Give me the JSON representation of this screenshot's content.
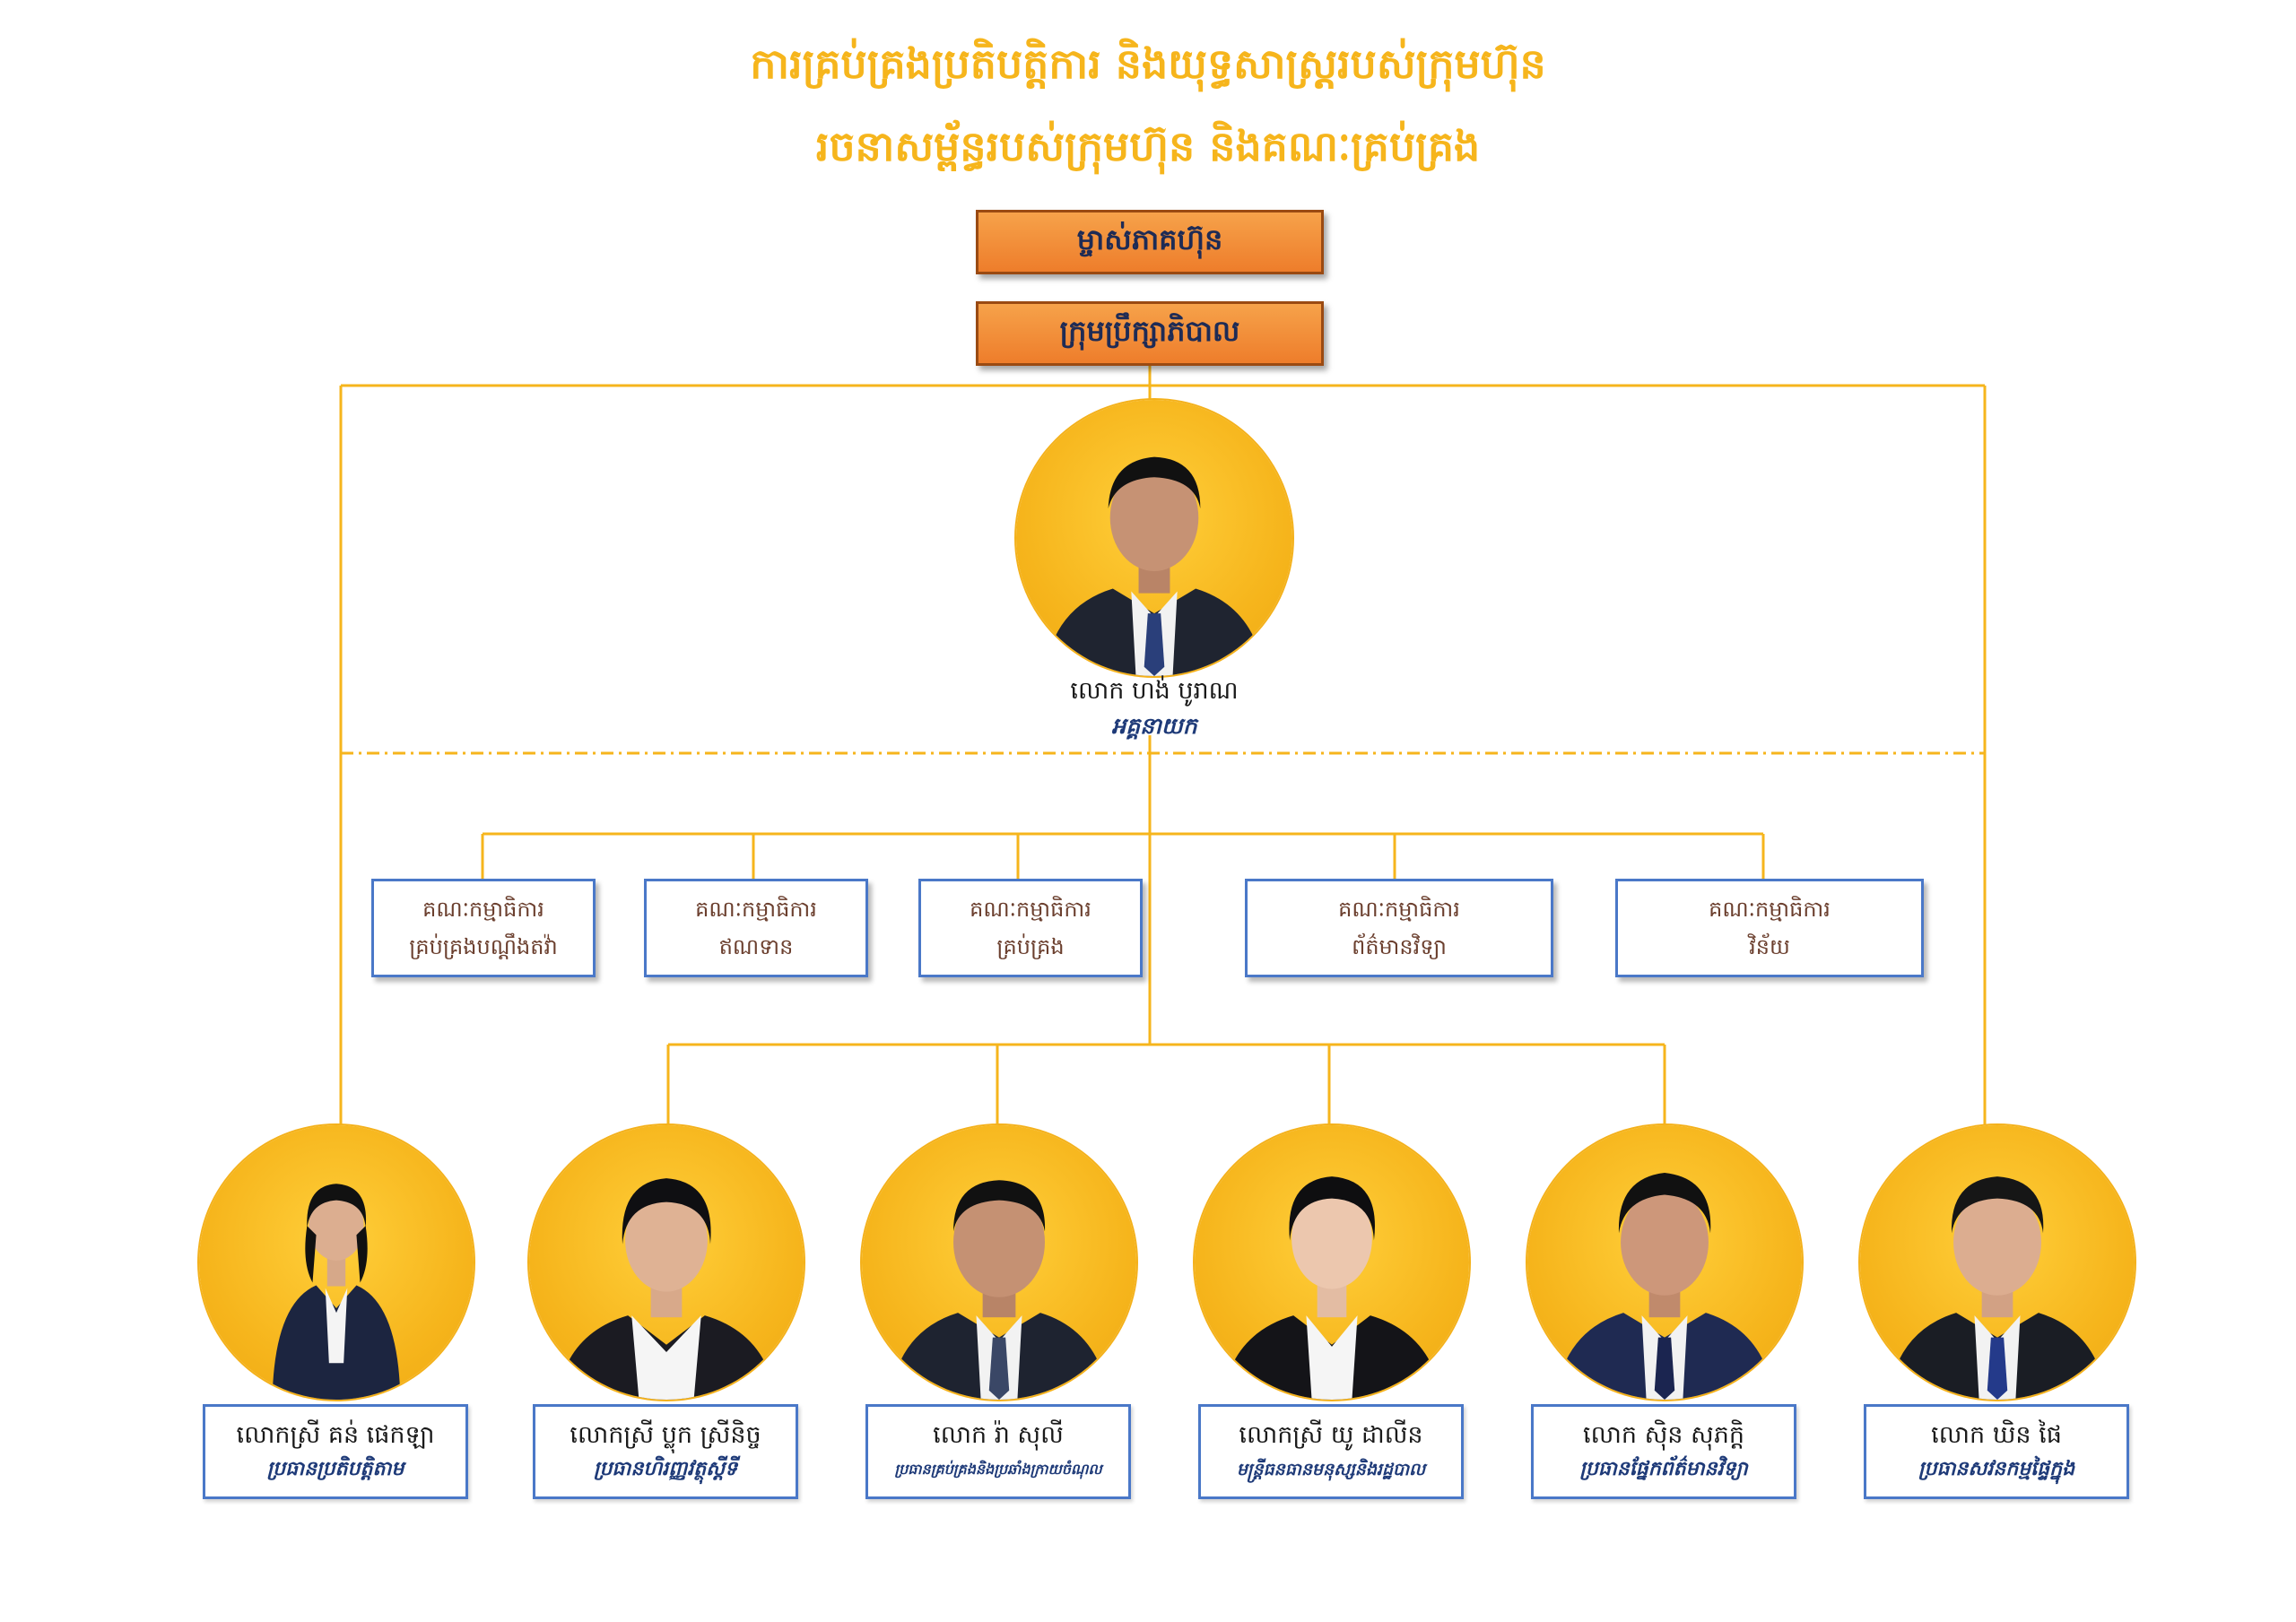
{
  "title": {
    "line1": "ការគ្រប់គ្រងប្រតិបត្តិការ និងយុទ្ធសាស្ត្ររបស់ក្រុមហ៊ុន",
    "line2": "រចនាសម្ព័ន្ធរបស់ក្រុមហ៊ុន និងគណៈគ្រប់គ្រង"
  },
  "governance": {
    "owner_label": "ម្ចាស់ភាគហ៊ុន",
    "board_label": "ក្រុមប្រឹក្សាភិបាល"
  },
  "ceo": {
    "name": "លោក ហង់ បូរាណ",
    "role": "អគ្គនាយក"
  },
  "committees": [
    {
      "line1": "គណៈកម្មាធិការ",
      "line2": "គ្រប់គ្រងបណ្តឹងតវ៉ា"
    },
    {
      "line1": "គណៈកម្មាធិការ",
      "line2": "ឥណទាន"
    },
    {
      "line1": "គណៈកម្មាធិការ",
      "line2": "គ្រប់គ្រង"
    },
    {
      "line1": "គណៈកម្មាធិការ",
      "line2": "ព័ត៌មានវិទ្យា"
    },
    {
      "line1": "គណៈកម្មាធិការ",
      "line2": "វិន័យ"
    }
  ],
  "staff": [
    {
      "name": "លោកស្រី គន់ ផេកឡា",
      "role": "ប្រធានប្រតិបត្តិតាម",
      "gender": "female"
    },
    {
      "name": "លោកស្រី ប្លុក ស្រីនិច្ច",
      "role": "ប្រធានហិរញ្ញវត្ថុស្តីទី",
      "gender": "female"
    },
    {
      "name": "លោក រ៉ា សុលី",
      "role": "ប្រធានគ្រប់គ្រងនិងប្រឆាំងក្រាយចំណុល",
      "gender": "male"
    },
    {
      "name": "លោកស្រី យូ ដាលីន",
      "role": "មន្ត្រីធនធានមនុស្សនិងរដ្ឋបាល",
      "gender": "female"
    },
    {
      "name": "លោក ស៊ិន សុភក្តិ",
      "role": "ប្រធានផ្នែកព័ត៌មានវិទ្យា",
      "gender": "male"
    },
    {
      "name": "លោក ឃិន ផៃ",
      "role": "ប្រធានសវនកម្មផ្ទៃក្នុង",
      "gender": "male"
    }
  ],
  "colors": {
    "accent_yellow": "#f6b51c",
    "orange_box": "#ee7d2b",
    "card_border": "#4a78c8",
    "role_text": "#1e3a78"
  }
}
